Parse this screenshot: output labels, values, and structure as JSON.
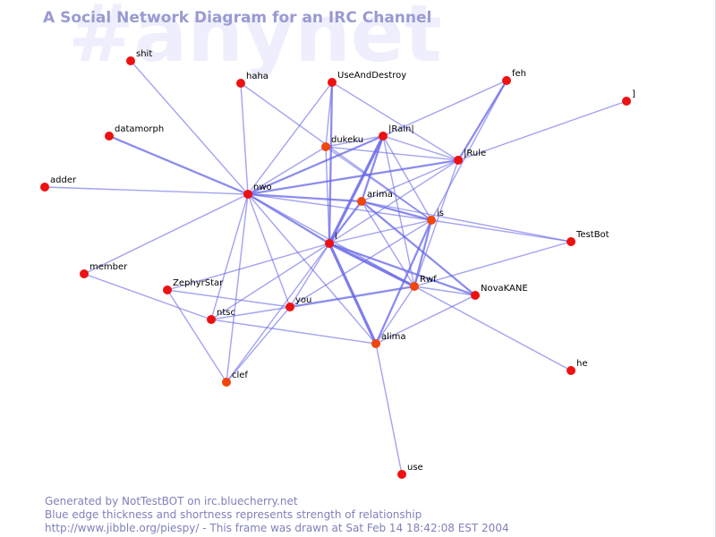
{
  "watermark": "#anynet",
  "title": "A Social Network Diagram for an IRC Channel",
  "colors": {
    "node": "#ee1111",
    "node_alt": "#f0460c",
    "edge": "#6666e8",
    "text": "#8080bc"
  },
  "nodes": [
    {
      "id": "shit",
      "label": "shit"
    },
    {
      "id": "haha",
      "label": "haha"
    },
    {
      "id": "UseAndDestroy",
      "label": "UseAndDestroy"
    },
    {
      "id": "feh",
      "label": "feh"
    },
    {
      "id": "]",
      "label": "]"
    },
    {
      "id": "datamorph",
      "label": "datamorph"
    },
    {
      "id": "|Rain|",
      "label": "|Rain|"
    },
    {
      "id": "dukeku",
      "label": "dukeku"
    },
    {
      "id": "|Rule",
      "label": "|Rule"
    },
    {
      "id": "adder",
      "label": "adder"
    },
    {
      "id": "nwo",
      "label": "nwo"
    },
    {
      "id": "arima",
      "label": "arima"
    },
    {
      "id": "is",
      "label": "is"
    },
    {
      "id": "i",
      "label": "i"
    },
    {
      "id": "TestBot",
      "label": "TestBot"
    },
    {
      "id": "member",
      "label": "member"
    },
    {
      "id": "ZephyrStar",
      "label": "ZephyrStar"
    },
    {
      "id": "Rwf",
      "label": "Rwf"
    },
    {
      "id": "NovaKANE",
      "label": "NovaKANE"
    },
    {
      "id": "you",
      "label": "you"
    },
    {
      "id": "ntsc",
      "label": "ntsc"
    },
    {
      "id": "alima",
      "label": "alima"
    },
    {
      "id": "clef",
      "label": "clef"
    },
    {
      "id": "he",
      "label": "he"
    },
    {
      "id": "use",
      "label": "use"
    }
  ],
  "edges": [
    {
      "source": "shit",
      "target": "nwo",
      "weight": 1
    },
    {
      "source": "datamorph",
      "target": "nwo",
      "weight": 2
    },
    {
      "source": "adder",
      "target": "nwo",
      "weight": 1
    },
    {
      "source": "member",
      "target": "nwo",
      "weight": 1
    },
    {
      "source": "member",
      "target": "ntsc",
      "weight": 1
    },
    {
      "source": "haha",
      "target": "nwo",
      "weight": 1
    },
    {
      "source": "haha",
      "target": "is",
      "weight": 1
    },
    {
      "source": "UseAndDestroy",
      "target": "i",
      "weight": 2
    },
    {
      "source": "UseAndDestroy",
      "target": "dukeku",
      "weight": 1
    },
    {
      "source": "UseAndDestroy",
      "target": "|Rule",
      "weight": 1
    },
    {
      "source": "UseAndDestroy",
      "target": "nwo",
      "weight": 1
    },
    {
      "source": "feh",
      "target": "|Rain|",
      "weight": 1
    },
    {
      "source": "feh",
      "target": "|Rule",
      "weight": 2
    },
    {
      "source": "feh",
      "target": "is",
      "weight": 1
    },
    {
      "source": "]",
      "target": "|Rule",
      "weight": 1
    },
    {
      "source": "|Rain|",
      "target": "i",
      "weight": 3
    },
    {
      "source": "|Rain|",
      "target": "nwo",
      "weight": 2
    },
    {
      "source": "|Rain|",
      "target": "|Rule",
      "weight": 1
    },
    {
      "source": "|Rain|",
      "target": "arima",
      "weight": 2
    },
    {
      "source": "|Rain|",
      "target": "Rwf",
      "weight": 1
    },
    {
      "source": "|Rain|",
      "target": "dukeku",
      "weight": 1
    },
    {
      "source": "|Rain|",
      "target": "is",
      "weight": 1
    },
    {
      "source": "dukeku",
      "target": "i",
      "weight": 1
    },
    {
      "source": "dukeku",
      "target": "is",
      "weight": 1
    },
    {
      "source": "dukeku",
      "target": "|Rule",
      "weight": 1
    },
    {
      "source": "dukeku",
      "target": "nwo",
      "weight": 1
    },
    {
      "source": "|Rule",
      "target": "nwo",
      "weight": 2
    },
    {
      "source": "|Rule",
      "target": "i",
      "weight": 1
    },
    {
      "source": "|Rule",
      "target": "arima",
      "weight": 1
    },
    {
      "source": "|Rule",
      "target": "Rwf",
      "weight": 1
    },
    {
      "source": "nwo",
      "target": "i",
      "weight": 2
    },
    {
      "source": "nwo",
      "target": "arima",
      "weight": 2
    },
    {
      "source": "nwo",
      "target": "is",
      "weight": 1
    },
    {
      "source": "nwo",
      "target": "you",
      "weight": 1
    },
    {
      "source": "nwo",
      "target": "ntsc",
      "weight": 1
    },
    {
      "source": "nwo",
      "target": "alima",
      "weight": 1
    },
    {
      "source": "nwo",
      "target": "clef",
      "weight": 1
    },
    {
      "source": "nwo",
      "target": "Rwf",
      "weight": 1
    },
    {
      "source": "arima",
      "target": "i",
      "weight": 2
    },
    {
      "source": "arima",
      "target": "is",
      "weight": 2
    },
    {
      "source": "arima",
      "target": "Rwf",
      "weight": 1
    },
    {
      "source": "arima",
      "target": "NovaKANE",
      "weight": 2
    },
    {
      "source": "arima",
      "target": "TestBot",
      "weight": 1
    },
    {
      "source": "i",
      "target": "Rwf",
      "weight": 3
    },
    {
      "source": "i",
      "target": "NovaKANE",
      "weight": 2
    },
    {
      "source": "i",
      "target": "alima",
      "weight": 3
    },
    {
      "source": "i",
      "target": "you",
      "weight": 1
    },
    {
      "source": "i",
      "target": "ZephyrStar",
      "weight": 1
    },
    {
      "source": "i",
      "target": "ntsc",
      "weight": 1
    },
    {
      "source": "i",
      "target": "is",
      "weight": 1
    },
    {
      "source": "i",
      "target": "clef",
      "weight": 1
    },
    {
      "source": "is",
      "target": "alima",
      "weight": 2
    },
    {
      "source": "is",
      "target": "Rwf",
      "weight": 2
    },
    {
      "source": "is",
      "target": "TestBot",
      "weight": 1
    },
    {
      "source": "is",
      "target": "you",
      "weight": 1
    },
    {
      "source": "Rwf",
      "target": "you",
      "weight": 2
    },
    {
      "source": "Rwf",
      "target": "TestBot",
      "weight": 1
    },
    {
      "source": "Rwf",
      "target": "NovaKANE",
      "weight": 1
    },
    {
      "source": "Rwf",
      "target": "he",
      "weight": 1
    },
    {
      "source": "Rwf",
      "target": "alima",
      "weight": 1
    },
    {
      "source": "NovaKANE",
      "target": "alima",
      "weight": 1
    },
    {
      "source": "ZephyrStar",
      "target": "you",
      "weight": 1
    },
    {
      "source": "ZephyrStar",
      "target": "clef",
      "weight": 1
    },
    {
      "source": "ntsc",
      "target": "alima",
      "weight": 1
    },
    {
      "source": "ntsc",
      "target": "you",
      "weight": 1
    },
    {
      "source": "you",
      "target": "clef",
      "weight": 1
    },
    {
      "source": "alima",
      "target": "use",
      "weight": 1
    }
  ],
  "footer": {
    "line1": "Generated by NotTestBOT on irc.bluecherry.net",
    "line2": "Blue edge thickness and shortness represents strength of relationship",
    "line3": "http://www.jibble.org/piespy/ - This frame was drawn at Sat Feb 14 18:42:08 EST 2004"
  }
}
